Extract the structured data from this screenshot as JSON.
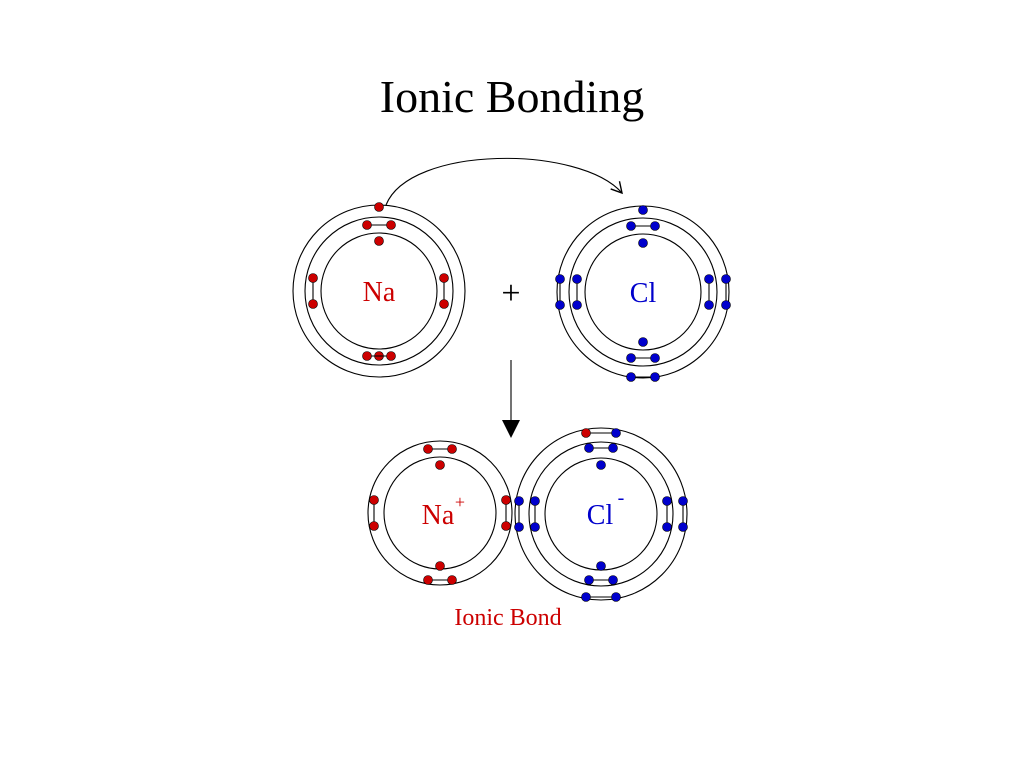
{
  "title": "Ionic Bonding",
  "atoms": {
    "sodium": {
      "symbol": "Na"
    },
    "chlorine": {
      "symbol": "Cl"
    },
    "sodium_ion": {
      "symbol": "Na",
      "charge": "+"
    },
    "chloride_ion": {
      "symbol": "Cl",
      "charge": "-"
    }
  },
  "plus_sign": "+",
  "bond_label": "Ionic Bond",
  "colors": {
    "sodium": "#cc0000",
    "chlorine": "#0000cc",
    "bond_label": "#cc0000",
    "lines": "#000000"
  }
}
